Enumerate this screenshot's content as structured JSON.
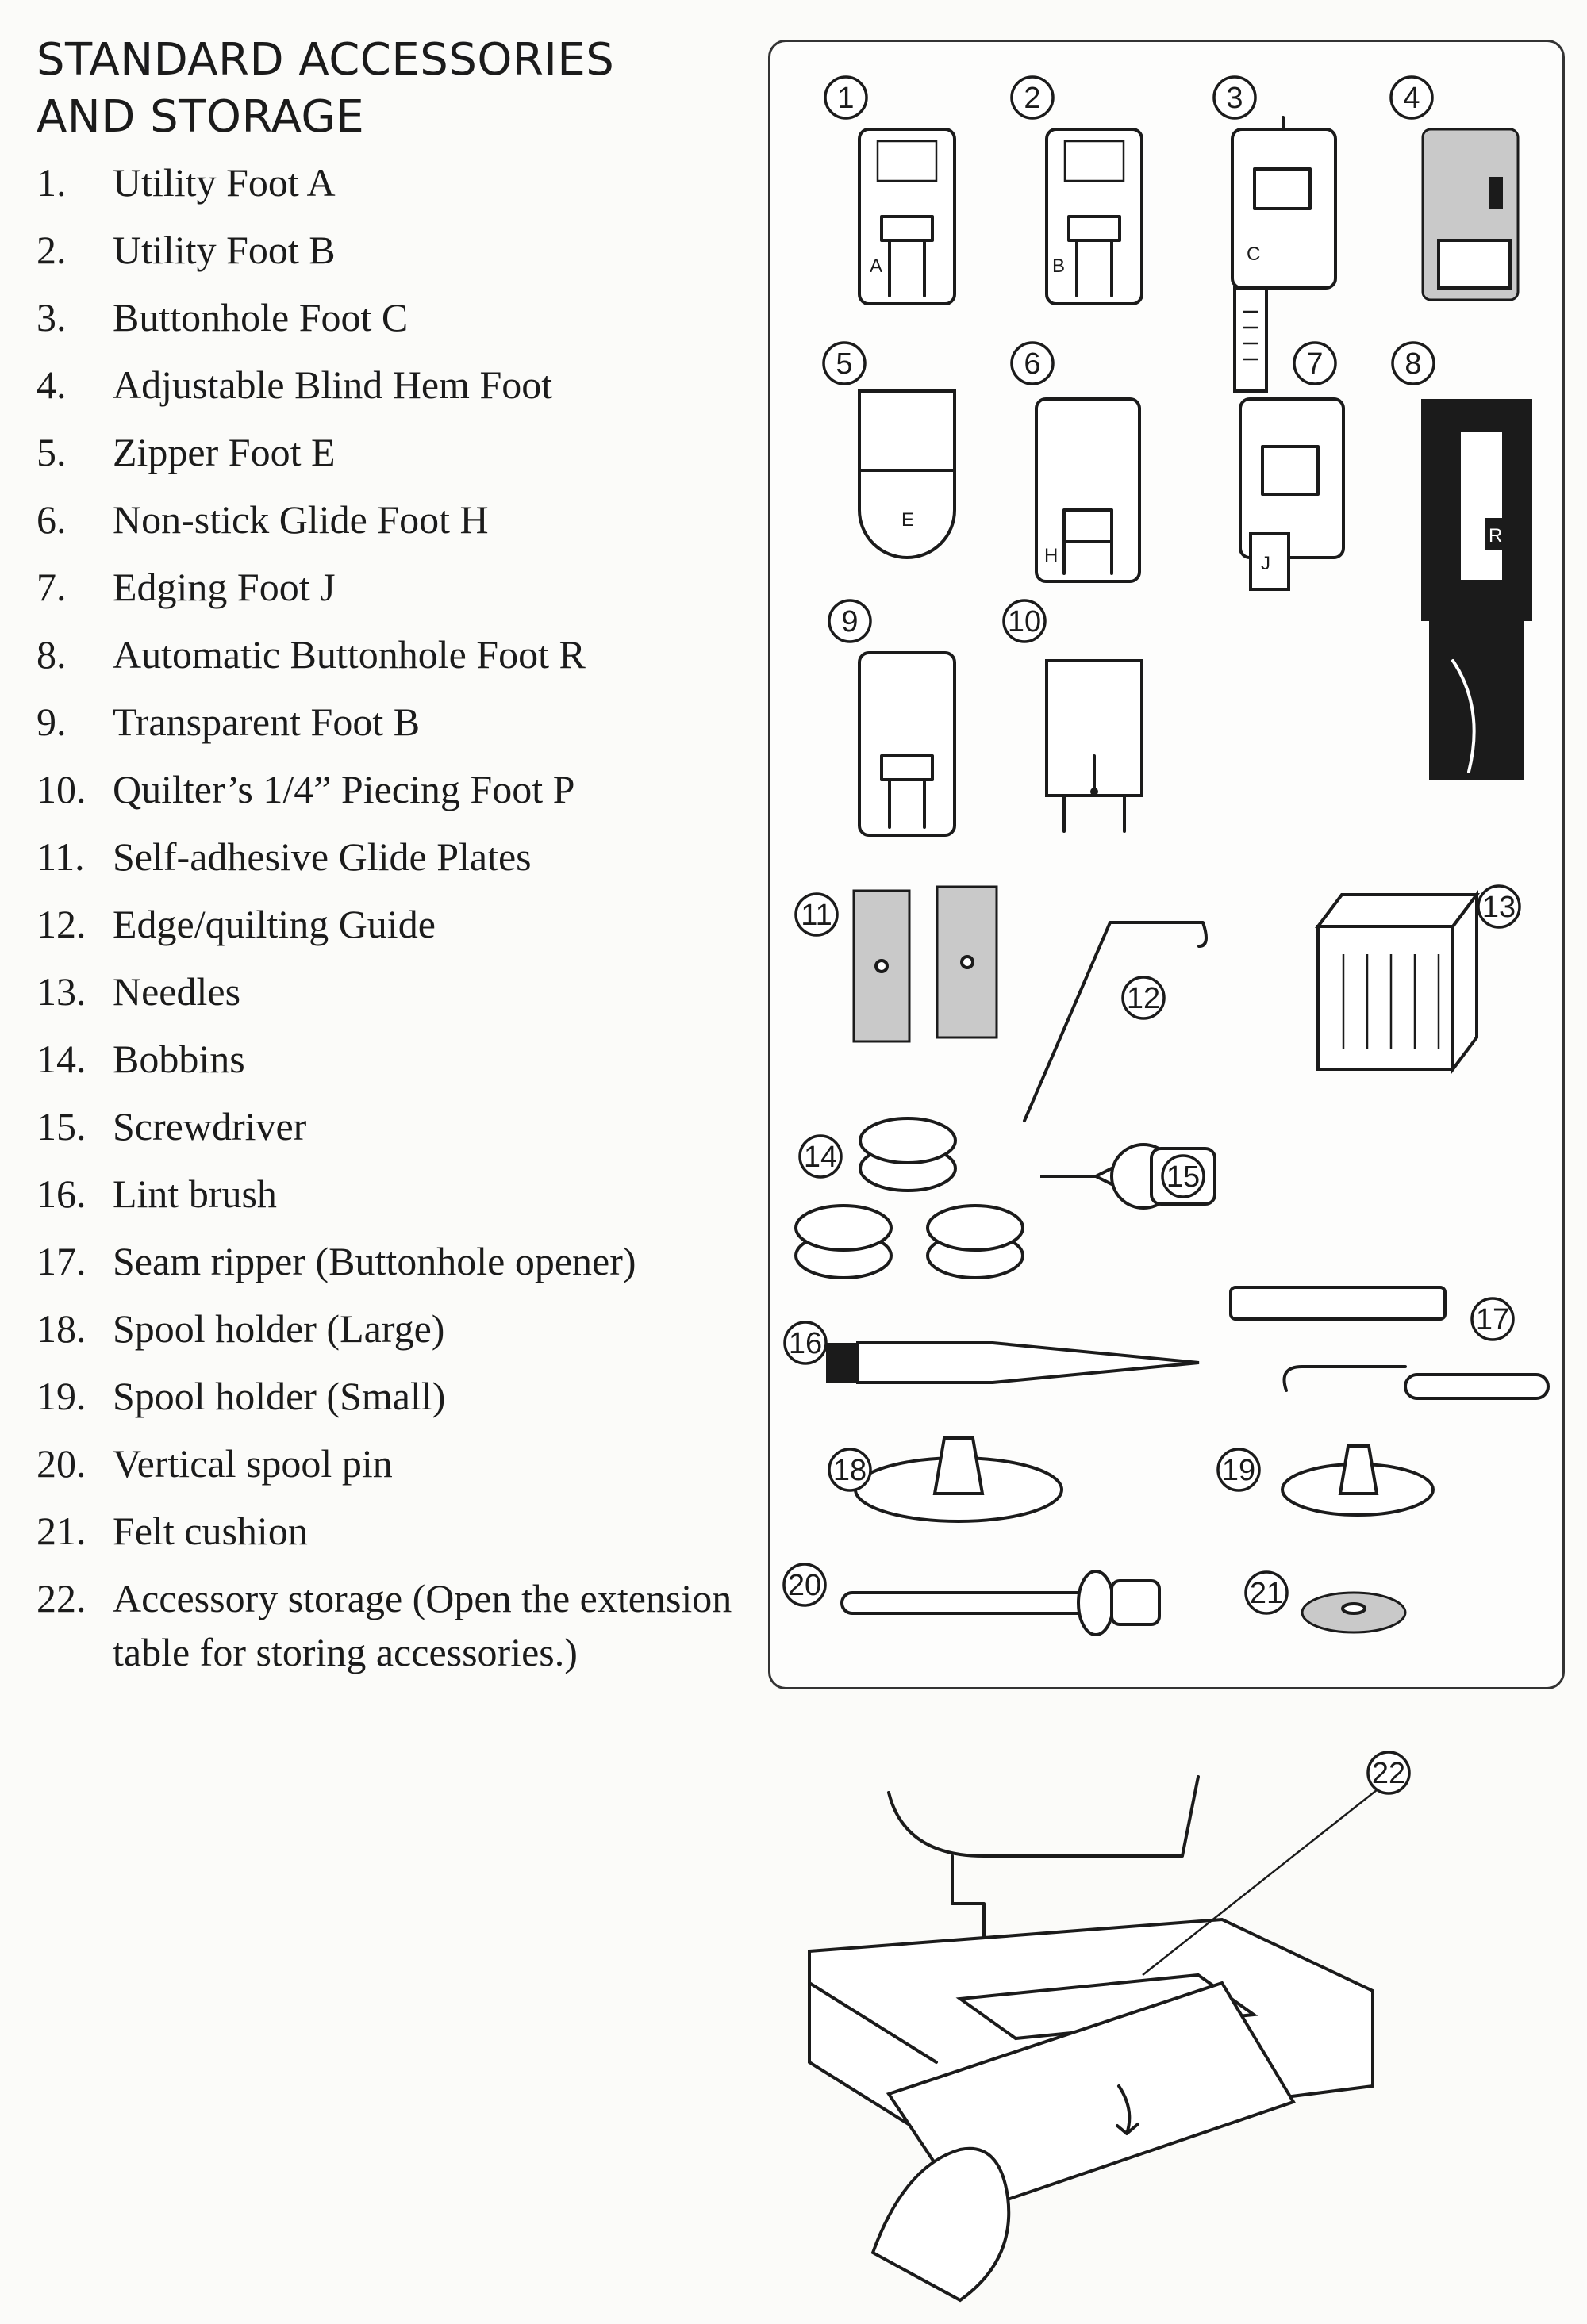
{
  "heading": {
    "line1": "STANDARD ACCESSORIES",
    "line2": "AND STORAGE"
  },
  "accessories": [
    {
      "num": "1.",
      "name": "Utility Foot A"
    },
    {
      "num": "2.",
      "name": "Utility Foot B"
    },
    {
      "num": "3.",
      "name": "Buttonhole Foot C"
    },
    {
      "num": "4.",
      "name": "Adjustable Blind Hem Foot"
    },
    {
      "num": "5.",
      "name": "Zipper Foot E"
    },
    {
      "num": "6.",
      "name": "Non-stick Glide Foot H"
    },
    {
      "num": "7.",
      "name": "Edging Foot J"
    },
    {
      "num": "8.",
      "name": "Automatic Buttonhole Foot R"
    },
    {
      "num": "9.",
      "name": "Transparent Foot B"
    },
    {
      "num": "10.",
      "name": "Quilter’s 1/4” Piecing Foot P"
    },
    {
      "num": "11.",
      "name": "Self-adhesive Glide Plates"
    },
    {
      "num": "12.",
      "name": "Edge/quilting Guide"
    },
    {
      "num": "13.",
      "name": "Needles"
    },
    {
      "num": "14.",
      "name": "Bobbins"
    },
    {
      "num": "15.",
      "name": "Screwdriver"
    },
    {
      "num": "16.",
      "name": "Lint brush"
    },
    {
      "num": "17.",
      "name": "Seam ripper (Buttonhole opener)"
    },
    {
      "num": "18.",
      "name": "Spool holder (Large)"
    },
    {
      "num": "19.",
      "name": "Spool holder (Small)"
    },
    {
      "num": "20.",
      "name": "Vertical spool pin"
    },
    {
      "num": "21.",
      "name": "Felt cushion"
    },
    {
      "num": "22.",
      "name": "Accessory storage (Open the extension table for storing accessories.)"
    }
  ],
  "callouts": [
    "1",
    "2",
    "3",
    "4",
    "5",
    "6",
    "7",
    "8",
    "9",
    "10",
    "11",
    "12",
    "13",
    "14",
    "15",
    "16",
    "17",
    "18",
    "19",
    "20",
    "21",
    "22"
  ],
  "foot_letters": {
    "a": "A",
    "b": "B",
    "c": "C",
    "e": "E",
    "h": "H",
    "j": "J",
    "r": "R"
  }
}
